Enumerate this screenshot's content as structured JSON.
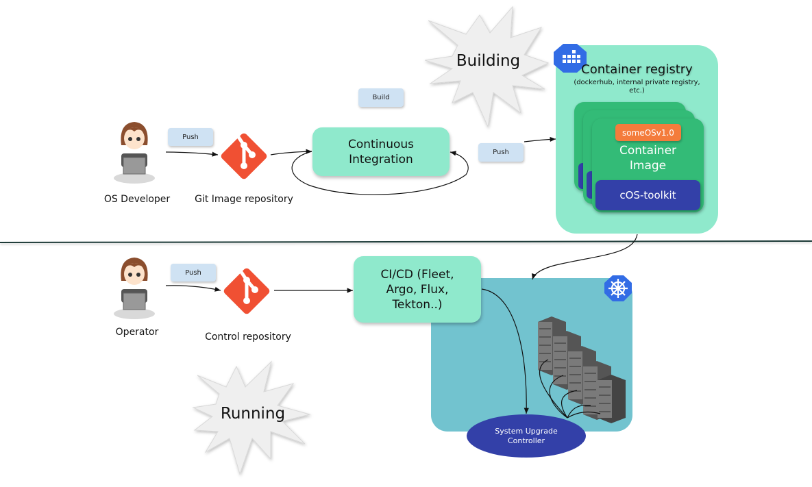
{
  "sections": {
    "building": {
      "burst_label": "Building",
      "developer": {
        "label": "OS Developer",
        "icon": "developer-avatar-icon"
      },
      "push_tag_1": "Push",
      "git_repo": {
        "label": "Git Image repository",
        "icon": "git-icon"
      },
      "build_tag": "Build",
      "ci": {
        "line1": "Continuous",
        "line2": "Integration"
      },
      "push_tag_2": "Push",
      "registry": {
        "title": "Container registry",
        "subtitle_line1": "(dockerhub, internal private registry,",
        "subtitle_line2": "etc.)",
        "icon": "registry-icon",
        "image": {
          "version_badge": "someOSv1.0",
          "line1": "Container",
          "line2": "Image",
          "toolkit": "cOS-toolkit"
        }
      }
    },
    "running": {
      "burst_label": "Running",
      "operator": {
        "label": "Operator",
        "icon": "operator-avatar-icon"
      },
      "push_tag": "Push",
      "control_repo": {
        "label": "Control repository",
        "icon": "git-icon"
      },
      "cicd": {
        "line1": "CI/CD (Fleet,",
        "line2": "Argo, Flux,",
        "line3": "Tekton..)"
      },
      "cluster": {
        "icon": "kubernetes-icon",
        "controller": {
          "line1": "System Upgrade",
          "line2": "Controller"
        },
        "server_count": 5
      }
    }
  },
  "colors": {
    "mint": "#8fe9cc",
    "green_card": "#33bb77",
    "navy": "#3340a8",
    "orange_badge": "#f47c3c",
    "git_red": "#f05033",
    "cluster_teal": "#72c3cf",
    "tag_blue": "#cfe2f3",
    "k8s_blue": "#326ce5"
  }
}
